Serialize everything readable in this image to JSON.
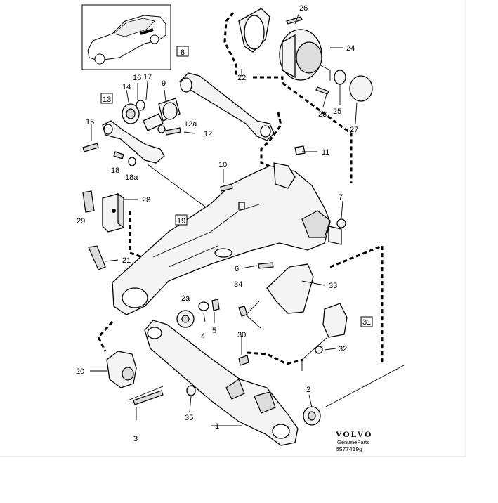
{
  "labels": {
    "l1": "1",
    "l2": "2",
    "l2a": "2a",
    "l3": "3",
    "l4": "4",
    "l5": "5",
    "l6": "6",
    "l7": "7",
    "l8": "8",
    "l9": "9",
    "l10": "10",
    "l11": "11",
    "l12": "12",
    "l12a": "12a",
    "l13": "13",
    "l14": "14",
    "l15": "15",
    "l16": "16",
    "l17": "17",
    "l18": "18",
    "l18a": "18a",
    "l19": "19",
    "l20": "20",
    "l21": "21",
    "l22": "22",
    "l23": "23",
    "l24": "24",
    "l25": "25",
    "l26": "26",
    "l27": "27",
    "l28": "28",
    "l29": "29",
    "l30": "30",
    "l31": "31",
    "l32": "32",
    "l33": "33",
    "l34": "34",
    "l35": "35"
  },
  "brand": {
    "name": "VOLVO",
    "subtitle": "GenuineParts",
    "code": "6577419g"
  },
  "colors": {
    "line": "#000000",
    "paper": "#ffffff",
    "fill": "#f4f4f4"
  }
}
